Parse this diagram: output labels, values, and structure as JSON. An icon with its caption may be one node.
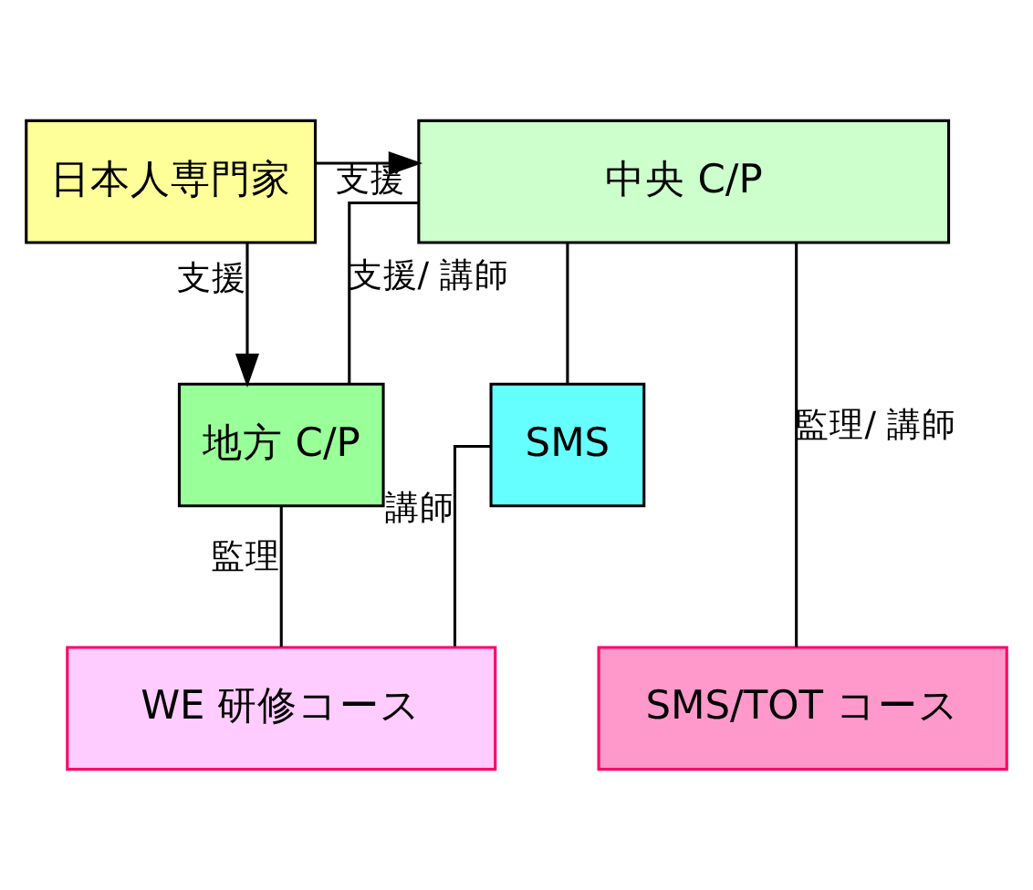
{
  "diagram": {
    "nodes": [
      {
        "text": [
          "日本人専門家"
        ]
      },
      {
        "text": [
          "中央 C/P"
        ]
      },
      {
        "text": [
          "地方 C/P"
        ]
      },
      {
        "text": [
          "SMS"
        ]
      },
      {
        "text": [
          "SMS/TOT コース"
        ]
      },
      {
        "text": [
          "WE 研修コース"
        ]
      }
    ],
    "edges": [
      {
        "from": 0,
        "to": 1,
        "arrow": "to",
        "label": "支援"
      },
      {
        "from": 0,
        "to": 2,
        "arrow": "to",
        "label": "支援"
      },
      {
        "from": 1,
        "to": 2,
        "arrow": "none",
        "label": "支援/ 講師"
      },
      {
        "from": 1,
        "to": 3,
        "arrow": "none"
      },
      {
        "from": 1,
        "to": 4,
        "arrow": "none",
        "label": "監理/ 講師"
      },
      {
        "from": 2,
        "to": 5,
        "arrow": "none",
        "label": "監理"
      },
      {
        "from": 3,
        "to": 5,
        "arrow": "none",
        "label": "講師"
      }
    ]
  }
}
